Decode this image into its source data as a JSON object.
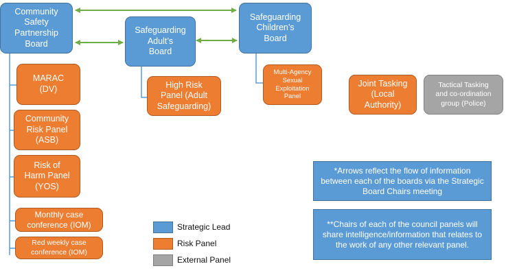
{
  "colors": {
    "strategic": "#5b9bd5",
    "risk": "#ed7d31",
    "external": "#a5a5a5",
    "arrow": "#70ad47",
    "connector": "#5b9bd5"
  },
  "boards": {
    "community_safety": "Community\nSafety\nPartnership\nBoard",
    "adults": "Safeguarding\nAdult’s\nBoard",
    "children": "Safeguarding\nChildren’s\nBoard"
  },
  "panels": {
    "marac": "MARAC\n(DV)",
    "community_risk": "Community\nRisk Panel\n(ASB)",
    "risk_of_harm": "Risk of\nHarm Panel\n(YOS)",
    "monthly_case": "Monthly case\nconference (IOM)",
    "red_weekly": "Red weekly case\nconference (IOM)",
    "high_risk": "High Risk\nPanel (Adult\nSafeguarding)",
    "multi_agency": "Multi-Agency\nSexual\nExploitation\nPanel",
    "joint_tasking": "Joint Tasking\n(Local\nAuthority)",
    "tactical_tasking": "Tactical Tasking\nand co-ordination\ngroup (Police)"
  },
  "notes": {
    "arrows": "*Arrows reflect the flow of information between each of the boards via the Strategic Board Chairs meeting",
    "chairs": "**Chairs of each of the council panels will share intelligence/information that relates to the work of any other relevant panel."
  },
  "legend": {
    "strategic": "Strategic Lead",
    "risk": "Risk Panel",
    "external": "External Panel"
  }
}
